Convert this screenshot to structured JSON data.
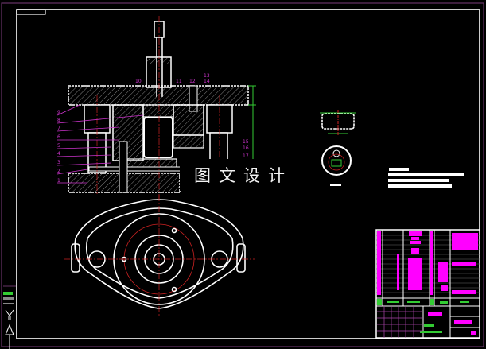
{
  "drawing": {
    "type": "CAD assembly drawing (die/press tool)",
    "background": "#000000",
    "colors": {
      "outline": "#ffffff",
      "leader": "#cc33cc",
      "dimension": "#33cc33",
      "centerline": "#cc2222",
      "title_block_fill": "#ff00ff",
      "frame": "#663366"
    }
  },
  "watermark": {
    "text": "图文设计"
  },
  "front_view": {
    "part_labels": [
      "1",
      "2",
      "3",
      "4",
      "5",
      "6",
      "7",
      "8",
      "9",
      "10",
      "11",
      "12",
      "13",
      "14",
      "15",
      "16",
      "17"
    ]
  },
  "right_views": {
    "top_part": "rectangular cup part",
    "bottom_part": "circular section view"
  },
  "tech_notes": {
    "lines": 4
  },
  "title_block": {
    "present": true
  }
}
